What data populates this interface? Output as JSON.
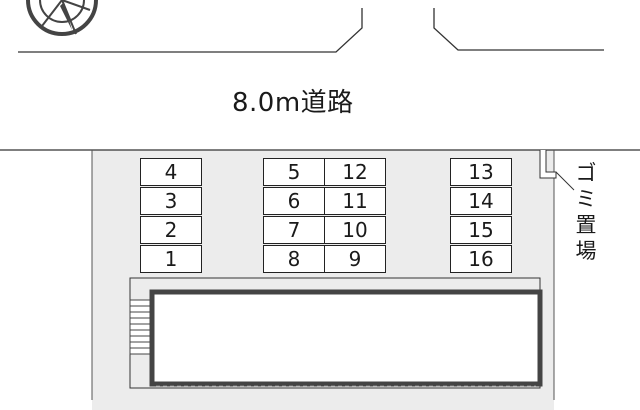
{
  "road": {
    "label": "8.0m道路"
  },
  "garbage_area": {
    "label_chars": [
      "ゴ",
      "ミ",
      "置",
      "場"
    ]
  },
  "parking": {
    "column_a": [
      "4",
      "3",
      "2",
      "1"
    ],
    "column_b_left": [
      "5",
      "6",
      "7",
      "8"
    ],
    "column_b_right": [
      "12",
      "11",
      "10",
      "9"
    ],
    "column_c": [
      "13",
      "14",
      "15",
      "16"
    ]
  },
  "icons": {
    "compass": "compass-icon",
    "stairs": "stairs-icon"
  }
}
